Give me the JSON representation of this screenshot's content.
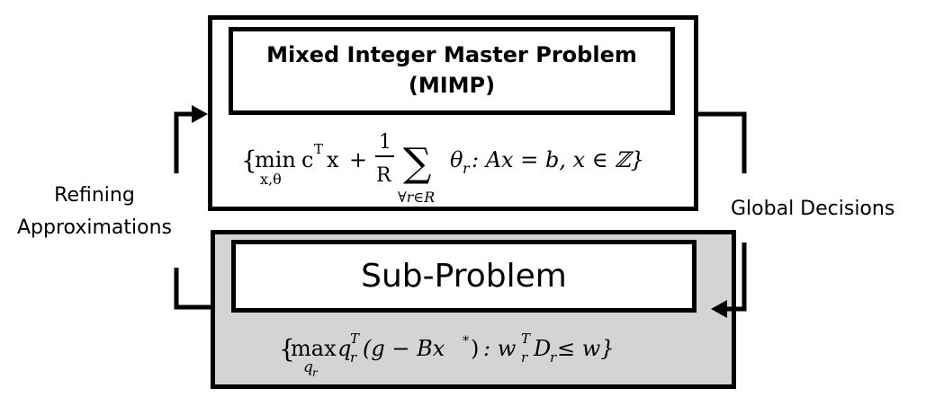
{
  "master": {
    "title_line1": "Mixed Integer Master Problem",
    "title_line2": "(MIMP)",
    "formula": {
      "open": "{",
      "op": "min",
      "op_sub": "x,θ",
      "c": "c",
      "c_sup": "T",
      "x": "x",
      "plus": "+",
      "frac_num": "1",
      "frac_den": "R",
      "sum": "∑",
      "sum_sub": "∀r∈R",
      "theta": "θ",
      "theta_sub": "r",
      "rest": ": Ax = b, x ∈ ℤ}"
    }
  },
  "sub": {
    "title": "Sub-Problem",
    "formula": {
      "open": "{",
      "op": "max",
      "op_sub": "q",
      "op_sub_sub": "r",
      "q": "q",
      "q_sup": "T",
      "q_sub": "r",
      "paren": "(g − Bx",
      "star": "*",
      "close_paren": ")",
      "colon": ": w",
      "w_sup": "T",
      "w_sub": "r",
      "d": "D",
      "d_sub": "r",
      "rest": " ≤ w}"
    }
  },
  "labels": {
    "left_line1": "Refining",
    "left_line2": "Approximations",
    "right": "Global Decisions"
  }
}
